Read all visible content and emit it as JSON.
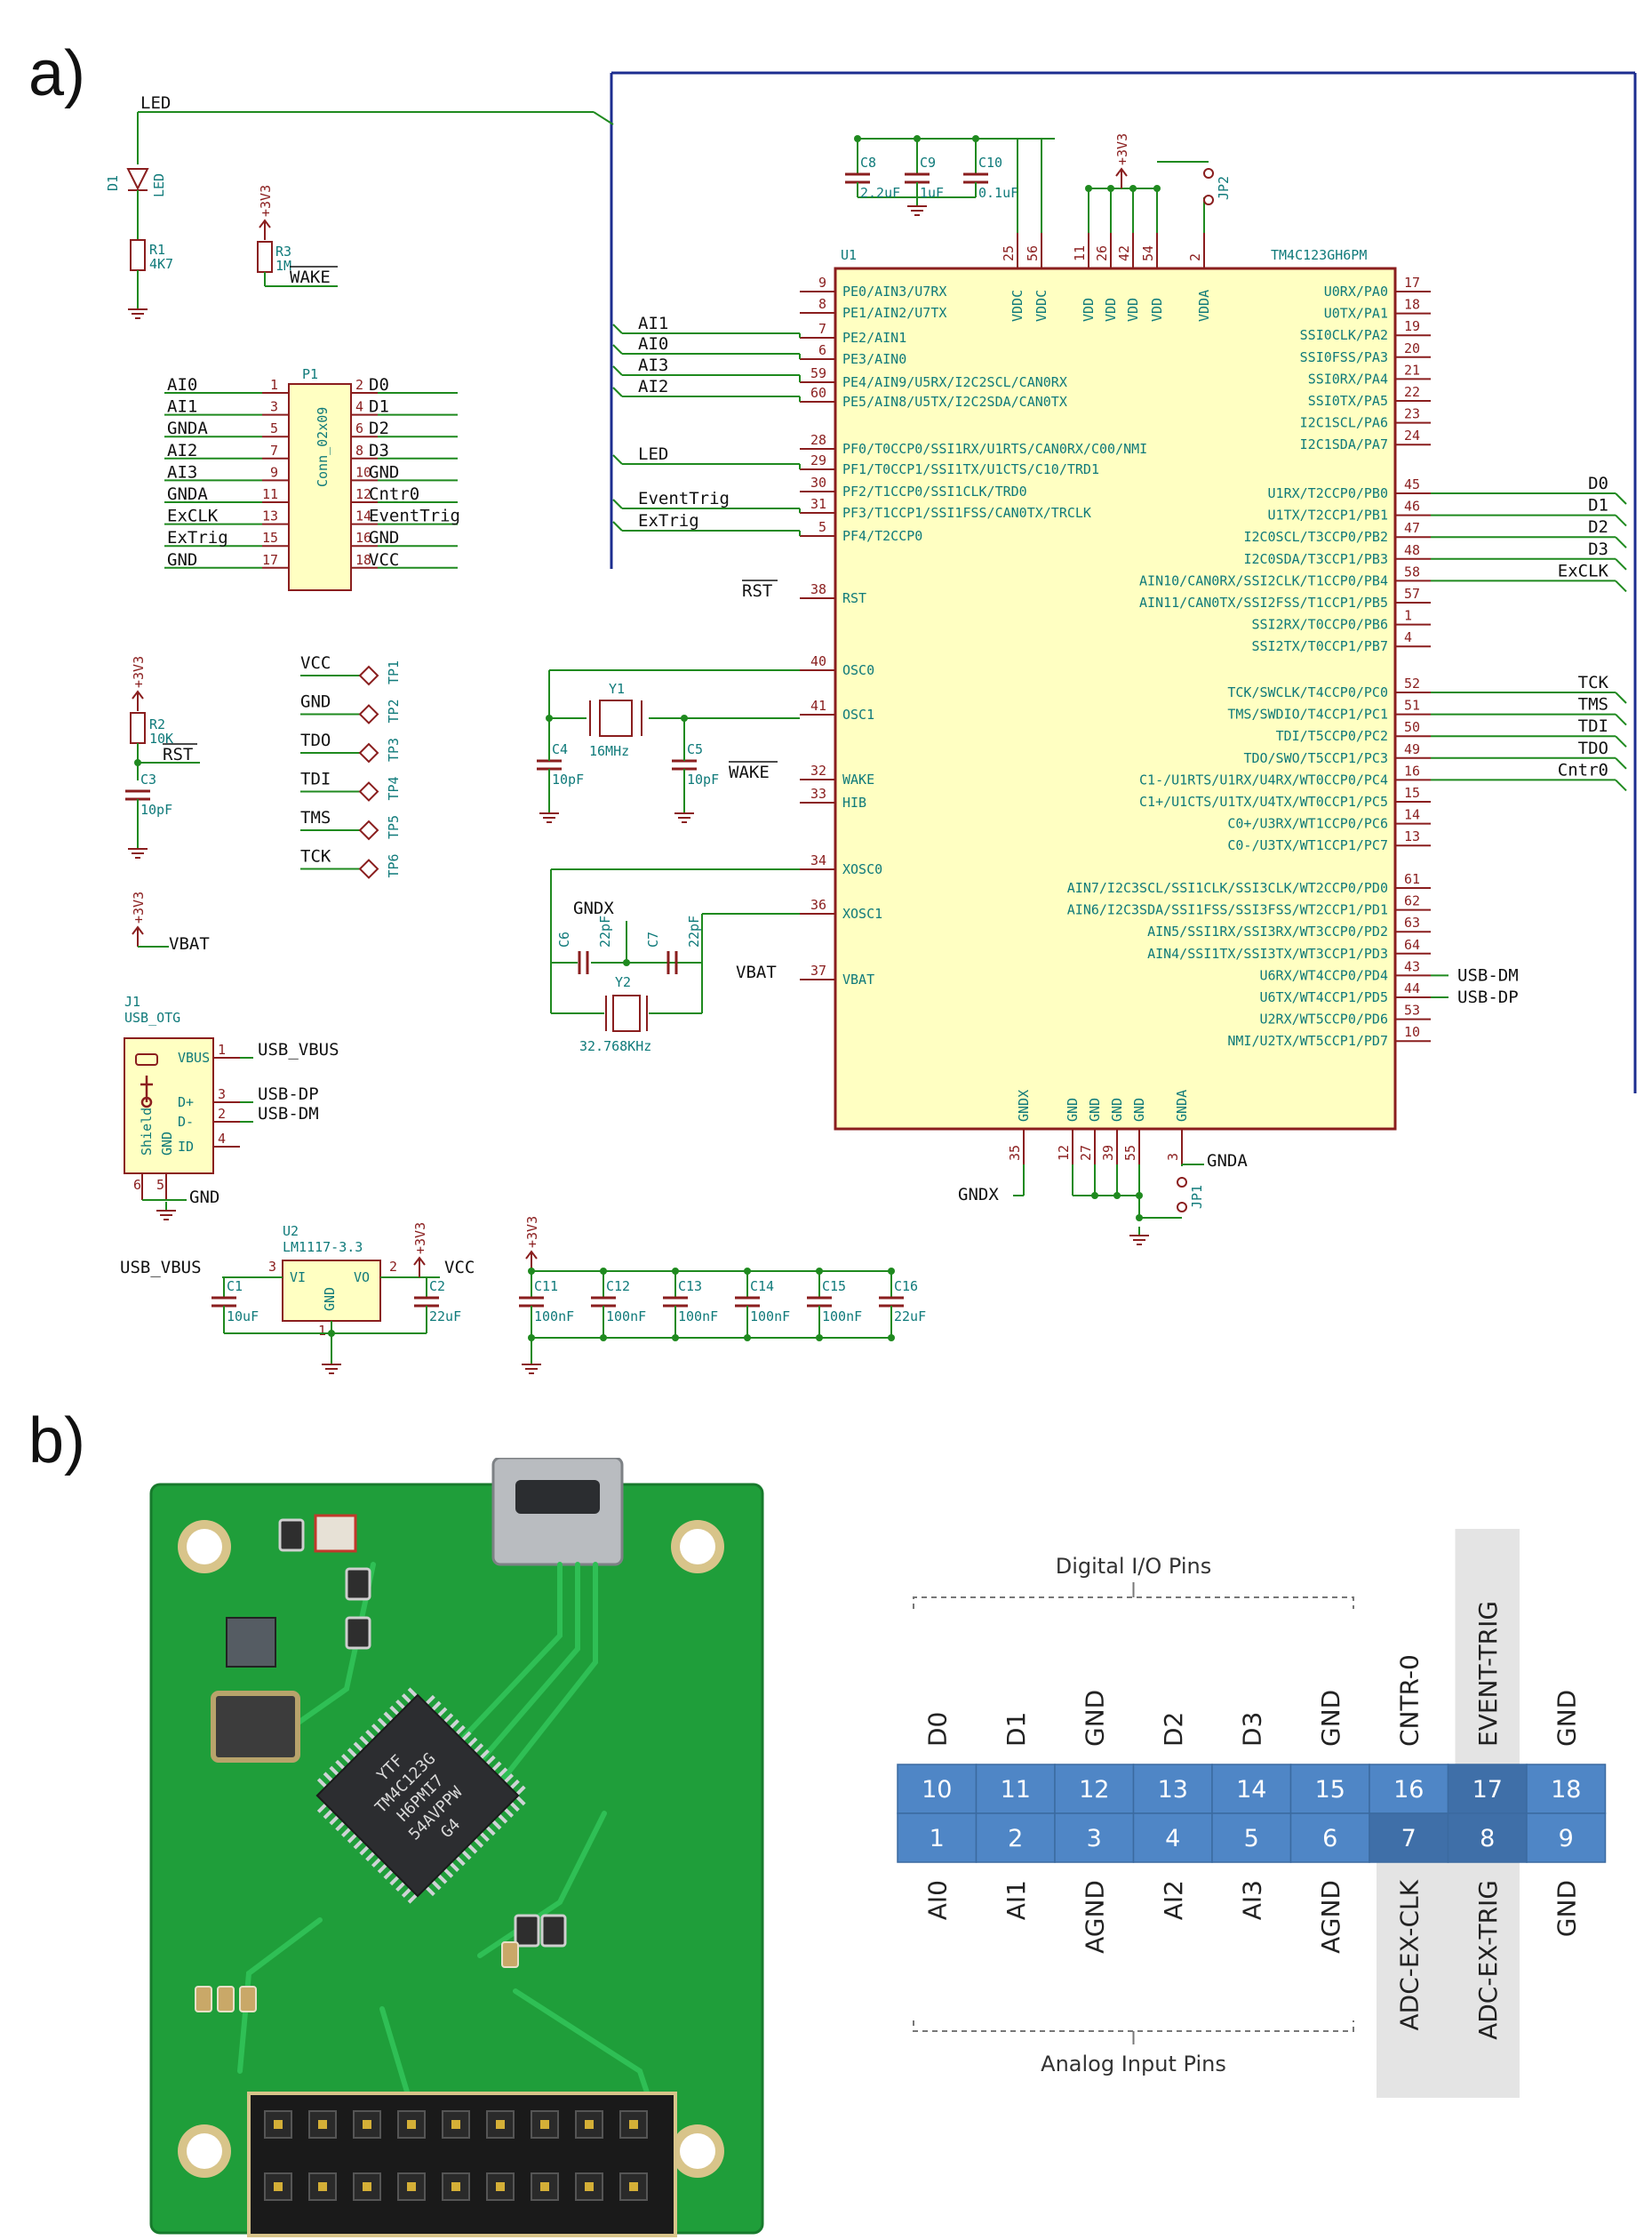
{
  "panel_labels": {
    "a": "a)",
    "b": "b)"
  },
  "schematic": {
    "mcu": {
      "ref": "U1",
      "part": "TM4C123GH6PM",
      "left_pins": [
        {
          "num": "9",
          "name": "PE0/AIN3/U7RX",
          "net": ""
        },
        {
          "num": "8",
          "name": "PE1/AIN2/U7TX",
          "net": ""
        },
        {
          "num": "7",
          "name": "PE2/AIN1",
          "net": "AI1"
        },
        {
          "num": "6",
          "name": "PE3/AIN0",
          "net": "AI0"
        },
        {
          "num": "59",
          "name": "PE4/AIN9/U5RX/I2C2SCL/CAN0RX",
          "net": "AI3"
        },
        {
          "num": "60",
          "name": "PE5/AIN8/U5TX/I2C2SDA/CAN0TX",
          "net": "AI2"
        },
        {
          "num": "28",
          "name": "PF0/T0CCP0/SSI1RX/U1RTS/CAN0RX/C00/NMI",
          "net": ""
        },
        {
          "num": "29",
          "name": "PF1/T0CCP1/SSI1TX/U1CTS/C10/TRD1",
          "net": "LED"
        },
        {
          "num": "30",
          "name": "PF2/T1CCP0/SSI1CLK/TRD0",
          "net": ""
        },
        {
          "num": "31",
          "name": "PF3/T1CCP1/SSI1FSS/CAN0TX/TRCLK",
          "net": "EventTrig"
        },
        {
          "num": "5",
          "name": "PF4/T2CCP0",
          "net": "ExTrig"
        },
        {
          "num": "38",
          "name": "RST",
          "net": "RST"
        },
        {
          "num": "40",
          "name": "OSC0",
          "net": ""
        },
        {
          "num": "41",
          "name": "OSC1",
          "net": ""
        },
        {
          "num": "32",
          "name": "WAKE",
          "net": "WAKE"
        },
        {
          "num": "33",
          "name": "HIB",
          "net": ""
        },
        {
          "num": "34",
          "name": "XOSC0",
          "net": ""
        },
        {
          "num": "36",
          "name": "XOSC1",
          "net": ""
        },
        {
          "num": "37",
          "name": "VBAT",
          "net": "VBAT"
        }
      ],
      "right_pins": [
        {
          "num": "17",
          "name": "U0RX/PA0",
          "net": ""
        },
        {
          "num": "18",
          "name": "U0TX/PA1",
          "net": ""
        },
        {
          "num": "19",
          "name": "SSI0CLK/PA2",
          "net": ""
        },
        {
          "num": "20",
          "name": "SSI0FSS/PA3",
          "net": ""
        },
        {
          "num": "21",
          "name": "SSI0RX/PA4",
          "net": ""
        },
        {
          "num": "22",
          "name": "SSI0TX/PA5",
          "net": ""
        },
        {
          "num": "23",
          "name": "I2C1SCL/PA6",
          "net": ""
        },
        {
          "num": "24",
          "name": "I2C1SDA/PA7",
          "net": ""
        },
        {
          "num": "45",
          "name": "U1RX/T2CCP0/PB0",
          "net": "D0"
        },
        {
          "num": "46",
          "name": "U1TX/T2CCP1/PB1",
          "net": "D1"
        },
        {
          "num": "47",
          "name": "I2C0SCL/T3CCP0/PB2",
          "net": "D2"
        },
        {
          "num": "48",
          "name": "I2C0SDA/T3CCP1/PB3",
          "net": "D3"
        },
        {
          "num": "58",
          "name": "AIN10/CAN0RX/SSI2CLK/T1CCP0/PB4",
          "net": "ExCLK"
        },
        {
          "num": "57",
          "name": "AIN11/CAN0TX/SSI2FSS/T1CCP1/PB5",
          "net": ""
        },
        {
          "num": "1",
          "name": "SSI2RX/T0CCP0/PB6",
          "net": ""
        },
        {
          "num": "4",
          "name": "SSI2TX/T0CCP1/PB7",
          "net": ""
        },
        {
          "num": "52",
          "name": "TCK/SWCLK/T4CCP0/PC0",
          "net": "TCK"
        },
        {
          "num": "51",
          "name": "TMS/SWDIO/T4CCP1/PC1",
          "net": "TMS"
        },
        {
          "num": "50",
          "name": "TDI/T5CCP0/PC2",
          "net": "TDI"
        },
        {
          "num": "49",
          "name": "TDO/SWO/T5CCP1/PC3",
          "net": "TDO"
        },
        {
          "num": "16",
          "name": "C1-/U1RTS/U1RX/U4RX/WT0CCP0/PC4",
          "net": "Cntr0"
        },
        {
          "num": "15",
          "name": "C1+/U1CTS/U1TX/U4TX/WT0CCP1/PC5",
          "net": ""
        },
        {
          "num": "14",
          "name": "C0+/U3RX/WT1CCP0/PC6",
          "net": ""
        },
        {
          "num": "13",
          "name": "C0-/U3TX/WT1CCP1/PC7",
          "net": ""
        },
        {
          "num": "61",
          "name": "AIN7/I2C3SCL/SSI1CLK/SSI3CLK/WT2CCP0/PD0",
          "net": ""
        },
        {
          "num": "62",
          "name": "AIN6/I2C3SDA/SSI1FSS/SSI3FSS/WT2CCP1/PD1",
          "net": ""
        },
        {
          "num": "63",
          "name": "AIN5/SSI1RX/SSI3RX/WT3CCP0/PD2",
          "net": ""
        },
        {
          "num": "64",
          "name": "AIN4/SSI1TX/SSI3TX/WT3CCP1/PD3",
          "net": ""
        },
        {
          "num": "43",
          "name": "U6RX/WT4CCP0/PD4",
          "net": "USB-DM"
        },
        {
          "num": "44",
          "name": "U6TX/WT4CCP1/PD5",
          "net": "USB-DP"
        },
        {
          "num": "53",
          "name": "U2RX/WT5CCP0/PD6",
          "net": ""
        },
        {
          "num": "10",
          "name": "NMI/U2TX/WT5CCP1/PD7",
          "net": ""
        }
      ],
      "top_pins": [
        {
          "num": "25",
          "name": "VDDC"
        },
        {
          "num": "56",
          "name": "VDDC"
        },
        {
          "num": "11",
          "name": "VDD"
        },
        {
          "num": "26",
          "name": "VDD"
        },
        {
          "num": "42",
          "name": "VDD"
        },
        {
          "num": "54",
          "name": "VDD"
        },
        {
          "num": "2",
          "name": "VDDA"
        }
      ],
      "bottom_pins": [
        {
          "num": "35",
          "name": "GNDX"
        },
        {
          "num": "12",
          "name": "GND"
        },
        {
          "num": "27",
          "name": "GND"
        },
        {
          "num": "39",
          "name": "GND"
        },
        {
          "num": "55",
          "name": "GND"
        },
        {
          "num": "3",
          "name": "GNDA"
        }
      ]
    },
    "decoupling_top": [
      {
        "ref": "C8",
        "value": "2.2uF"
      },
      {
        "ref": "C9",
        "value": "1uF"
      },
      {
        "ref": "C10",
        "value": "0.1uF"
      }
    ],
    "jumpers": {
      "jp2": "JP2",
      "jp1": "JP1"
    },
    "power_labels": {
      "v3": "+3V3",
      "vcc": "VCC",
      "gnd": "GND",
      "gnda": "GNDA",
      "gndx": "GNDX"
    },
    "led_section": {
      "d1_ref": "D1",
      "d1_value": "LED",
      "r1_ref": "R1",
      "r1_value": "4K7",
      "net": "LED"
    },
    "wake_section": {
      "r3_ref": "R3",
      "r3_value": "1M",
      "net": "WAKE"
    },
    "connector": {
      "ref": "P1",
      "part": "Conn_02x09",
      "left": [
        {
          "num": "1",
          "net": "AI0"
        },
        {
          "num": "3",
          "net": "AI1"
        },
        {
          "num": "5",
          "net": "GNDA"
        },
        {
          "num": "7",
          "net": "AI2"
        },
        {
          "num": "9",
          "net": "AI3"
        },
        {
          "num": "11",
          "net": "GNDA"
        },
        {
          "num": "13",
          "net": "ExCLK"
        },
        {
          "num": "15",
          "net": "ExTrig"
        },
        {
          "num": "17",
          "net": "GND"
        }
      ],
      "right": [
        {
          "num": "2",
          "net": "D0"
        },
        {
          "num": "4",
          "net": "D1"
        },
        {
          "num": "6",
          "net": "D2"
        },
        {
          "num": "8",
          "net": "D3"
        },
        {
          "num": "10",
          "net": "GND"
        },
        {
          "num": "12",
          "net": "Cntr0"
        },
        {
          "num": "14",
          "net": "EventTrig"
        },
        {
          "num": "16",
          "net": "GND"
        },
        {
          "num": "18",
          "net": "VCC"
        }
      ]
    },
    "reset_section": {
      "r2_ref": "R2",
      "r2_value": "10K",
      "c3_ref": "C3",
      "c3_value": "10pF",
      "net": "RST"
    },
    "test_points": [
      {
        "net": "VCC",
        "ref": "TP1"
      },
      {
        "net": "GND",
        "ref": "TP2"
      },
      {
        "net": "TDO",
        "ref": "TP3"
      },
      {
        "net": "TDI",
        "ref": "TP4"
      },
      {
        "net": "TMS",
        "ref": "TP5"
      },
      {
        "net": "TCK",
        "ref": "TP6"
      }
    ],
    "vbat_label": "VBAT",
    "usb": {
      "ref": "J1",
      "part": "USB_OTG",
      "pins": [
        {
          "num": "1",
          "name": "VBUS",
          "net": "USB_VBUS"
        },
        {
          "num": "3",
          "name": "D+",
          "net": "USB-DP"
        },
        {
          "num": "2",
          "name": "D-",
          "net": "USB-DM"
        },
        {
          "num": "4",
          "name": "ID",
          "net": ""
        }
      ],
      "shield": "Shield",
      "gnd_pin": "GND",
      "shield_num": "6",
      "gnd_num": "5"
    },
    "crystal_hf": {
      "ref": "Y1",
      "value": "16MHz",
      "c4_ref": "C4",
      "c4_value": "10pF",
      "c5_ref": "C5",
      "c5_value": "10pF"
    },
    "crystal_lf": {
      "ref": "Y2",
      "value": "32.768KHz",
      "c6_ref": "C6",
      "c6_value": "22pF",
      "c7_ref": "C7",
      "c7_value": "22pF"
    },
    "regulator": {
      "ref": "U2",
      "part": "LM1117-3.3",
      "vi": "VI",
      "vo": "VO",
      "gnd": "GND",
      "vi_num": "3",
      "vo_num": "2",
      "gnd_num": "1",
      "c1_ref": "C1",
      "c1_value": "10uF",
      "c2_ref": "C2",
      "c2_value": "22uF",
      "in_net": "USB_VBUS"
    },
    "bulk_caps": [
      {
        "ref": "C11",
        "value": "100nF"
      },
      {
        "ref": "C12",
        "value": "100nF"
      },
      {
        "ref": "C13",
        "value": "100nF"
      },
      {
        "ref": "C14",
        "value": "100nF"
      },
      {
        "ref": "C15",
        "value": "100nF"
      },
      {
        "ref": "C16",
        "value": "22uF"
      }
    ]
  },
  "board_photo": {
    "chip_lines": [
      "YTF",
      "TM4C123G",
      "H6PMI7",
      "54AVPPW",
      "G4"
    ]
  },
  "pinout": {
    "digital_group": "Digital I/O Pins",
    "analog_group": "Analog Input Pins",
    "top_row": [
      {
        "num": "10",
        "label": "D0"
      },
      {
        "num": "11",
        "label": "D1"
      },
      {
        "num": "12",
        "label": "GND"
      },
      {
        "num": "13",
        "label": "D2"
      },
      {
        "num": "14",
        "label": "D3"
      },
      {
        "num": "15",
        "label": "GND"
      },
      {
        "num": "16",
        "label": "CNTR-0"
      },
      {
        "num": "17",
        "label": "EVENT-TRIG"
      },
      {
        "num": "18",
        "label": "GND"
      }
    ],
    "bottom_row": [
      {
        "num": "1",
        "label": "AI0"
      },
      {
        "num": "2",
        "label": "AI1"
      },
      {
        "num": "3",
        "label": "AGND"
      },
      {
        "num": "4",
        "label": "AI2"
      },
      {
        "num": "5",
        "label": "AI3"
      },
      {
        "num": "6",
        "label": "AGND"
      },
      {
        "num": "7",
        "label": "ADC-EX-CLK"
      },
      {
        "num": "8",
        "label": "ADC-EX-TRIG"
      },
      {
        "num": "9",
        "label": "GND"
      }
    ],
    "colors": {
      "cell": "#4f86c6",
      "cell_dark": "#3f6fa8",
      "highlight_bg": "#e4e4e4"
    }
  }
}
